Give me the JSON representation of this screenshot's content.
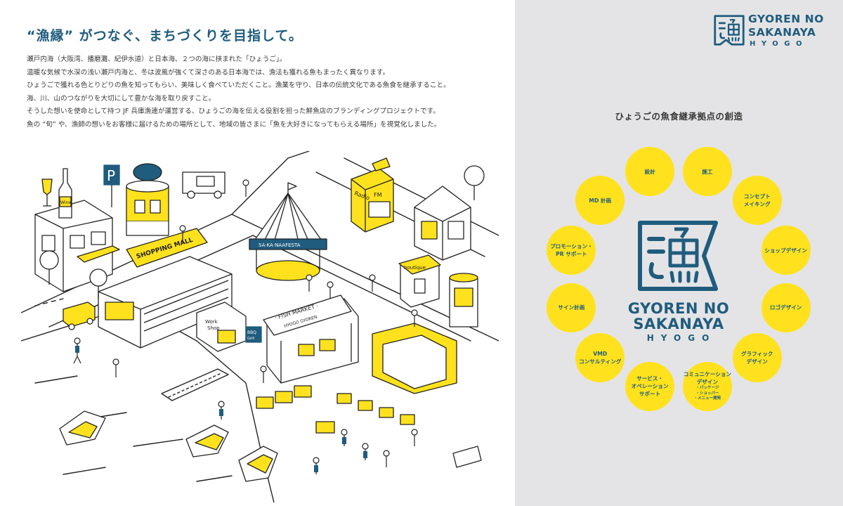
{
  "headline": "“漁縁” がつなぐ、まちづくりを目指して。",
  "paragraphs": [
    "瀬戸内海（大阪湾、播磨灘、紀伊水道）と日本海、２つの海に挟まれた「ひょうご」。",
    "温暖な気候で水深の浅い瀬戸内海と、冬は波風が強くて深さのある日本海では、漁法も獲れる魚もまったく異なります。",
    "ひょうごで獲れる色とりどりの魚を知ってもらい、美味しく食べていただくこと。漁業を守り、日本の伝統文化である魚食を継承すること。",
    "海、川、山のつながりを大切にして豊かな海を取り戻すこと。",
    "そうした想いを使命として持つ JF 兵庫漁連が運営する、ひょうごの海を伝える役割を担った鮮魚店のブランディングプロジェクトです。",
    "魚の “旬” や、漁師の想いをお客様に届けるための場所として、地域の皆さまに「魚を大好きになってもらえる場所」を視覚化しました。"
  ],
  "illustration": {
    "signs": {
      "shopping_mall": "SHOPPING MALL",
      "sakanafesta": "SA·KA·NAAFESTA",
      "radio": "Radio",
      "fm": "FM",
      "boutique": "boutique",
      "workshop_1": "Work",
      "workshop_2": "Shop",
      "fish_market": "· FISH MARKET ·",
      "hyogo_gyoren": "HYOGO GYOREN",
      "parking": "P",
      "wine": "Wine",
      "bbq_1": "BBQ",
      "bbq_2": "Grill"
    }
  },
  "brand": {
    "kanji": "漁",
    "line1": "GYOREN NO",
    "line2": "SAKANAYA",
    "line3": "HYOGO"
  },
  "mission_title": "ひょうごの魚食継承拠点の創造",
  "services": [
    {
      "lines": [
        "施工"
      ]
    },
    {
      "lines": [
        "コンセプト",
        "メイキング"
      ]
    },
    {
      "lines": [
        "ショップデザイン"
      ]
    },
    {
      "lines": [
        "ロゴデザイン"
      ]
    },
    {
      "lines": [
        "グラフィック",
        "デザイン"
      ]
    },
    {
      "lines": [
        "コミュニケーション",
        "デザイン"
      ],
      "sub": [
        "・パッケージ",
        "・ショッパー",
        "・メニュー開発"
      ]
    },
    {
      "lines": [
        "サービス・",
        "オペレーション",
        "サポート"
      ]
    },
    {
      "lines": [
        "VMD",
        "コンサルティング"
      ]
    },
    {
      "lines": [
        "サイン計画"
      ]
    },
    {
      "lines": [
        "プロモーション・",
        "PR サポート"
      ]
    },
    {
      "lines": [
        "MD 計画"
      ]
    },
    {
      "lines": [
        "設計"
      ]
    }
  ],
  "colors": {
    "brand_blue": "#1f5c7d",
    "yellow": "#ffe21d",
    "panel_gray": "#e4e4e6",
    "ink": "#333333"
  }
}
